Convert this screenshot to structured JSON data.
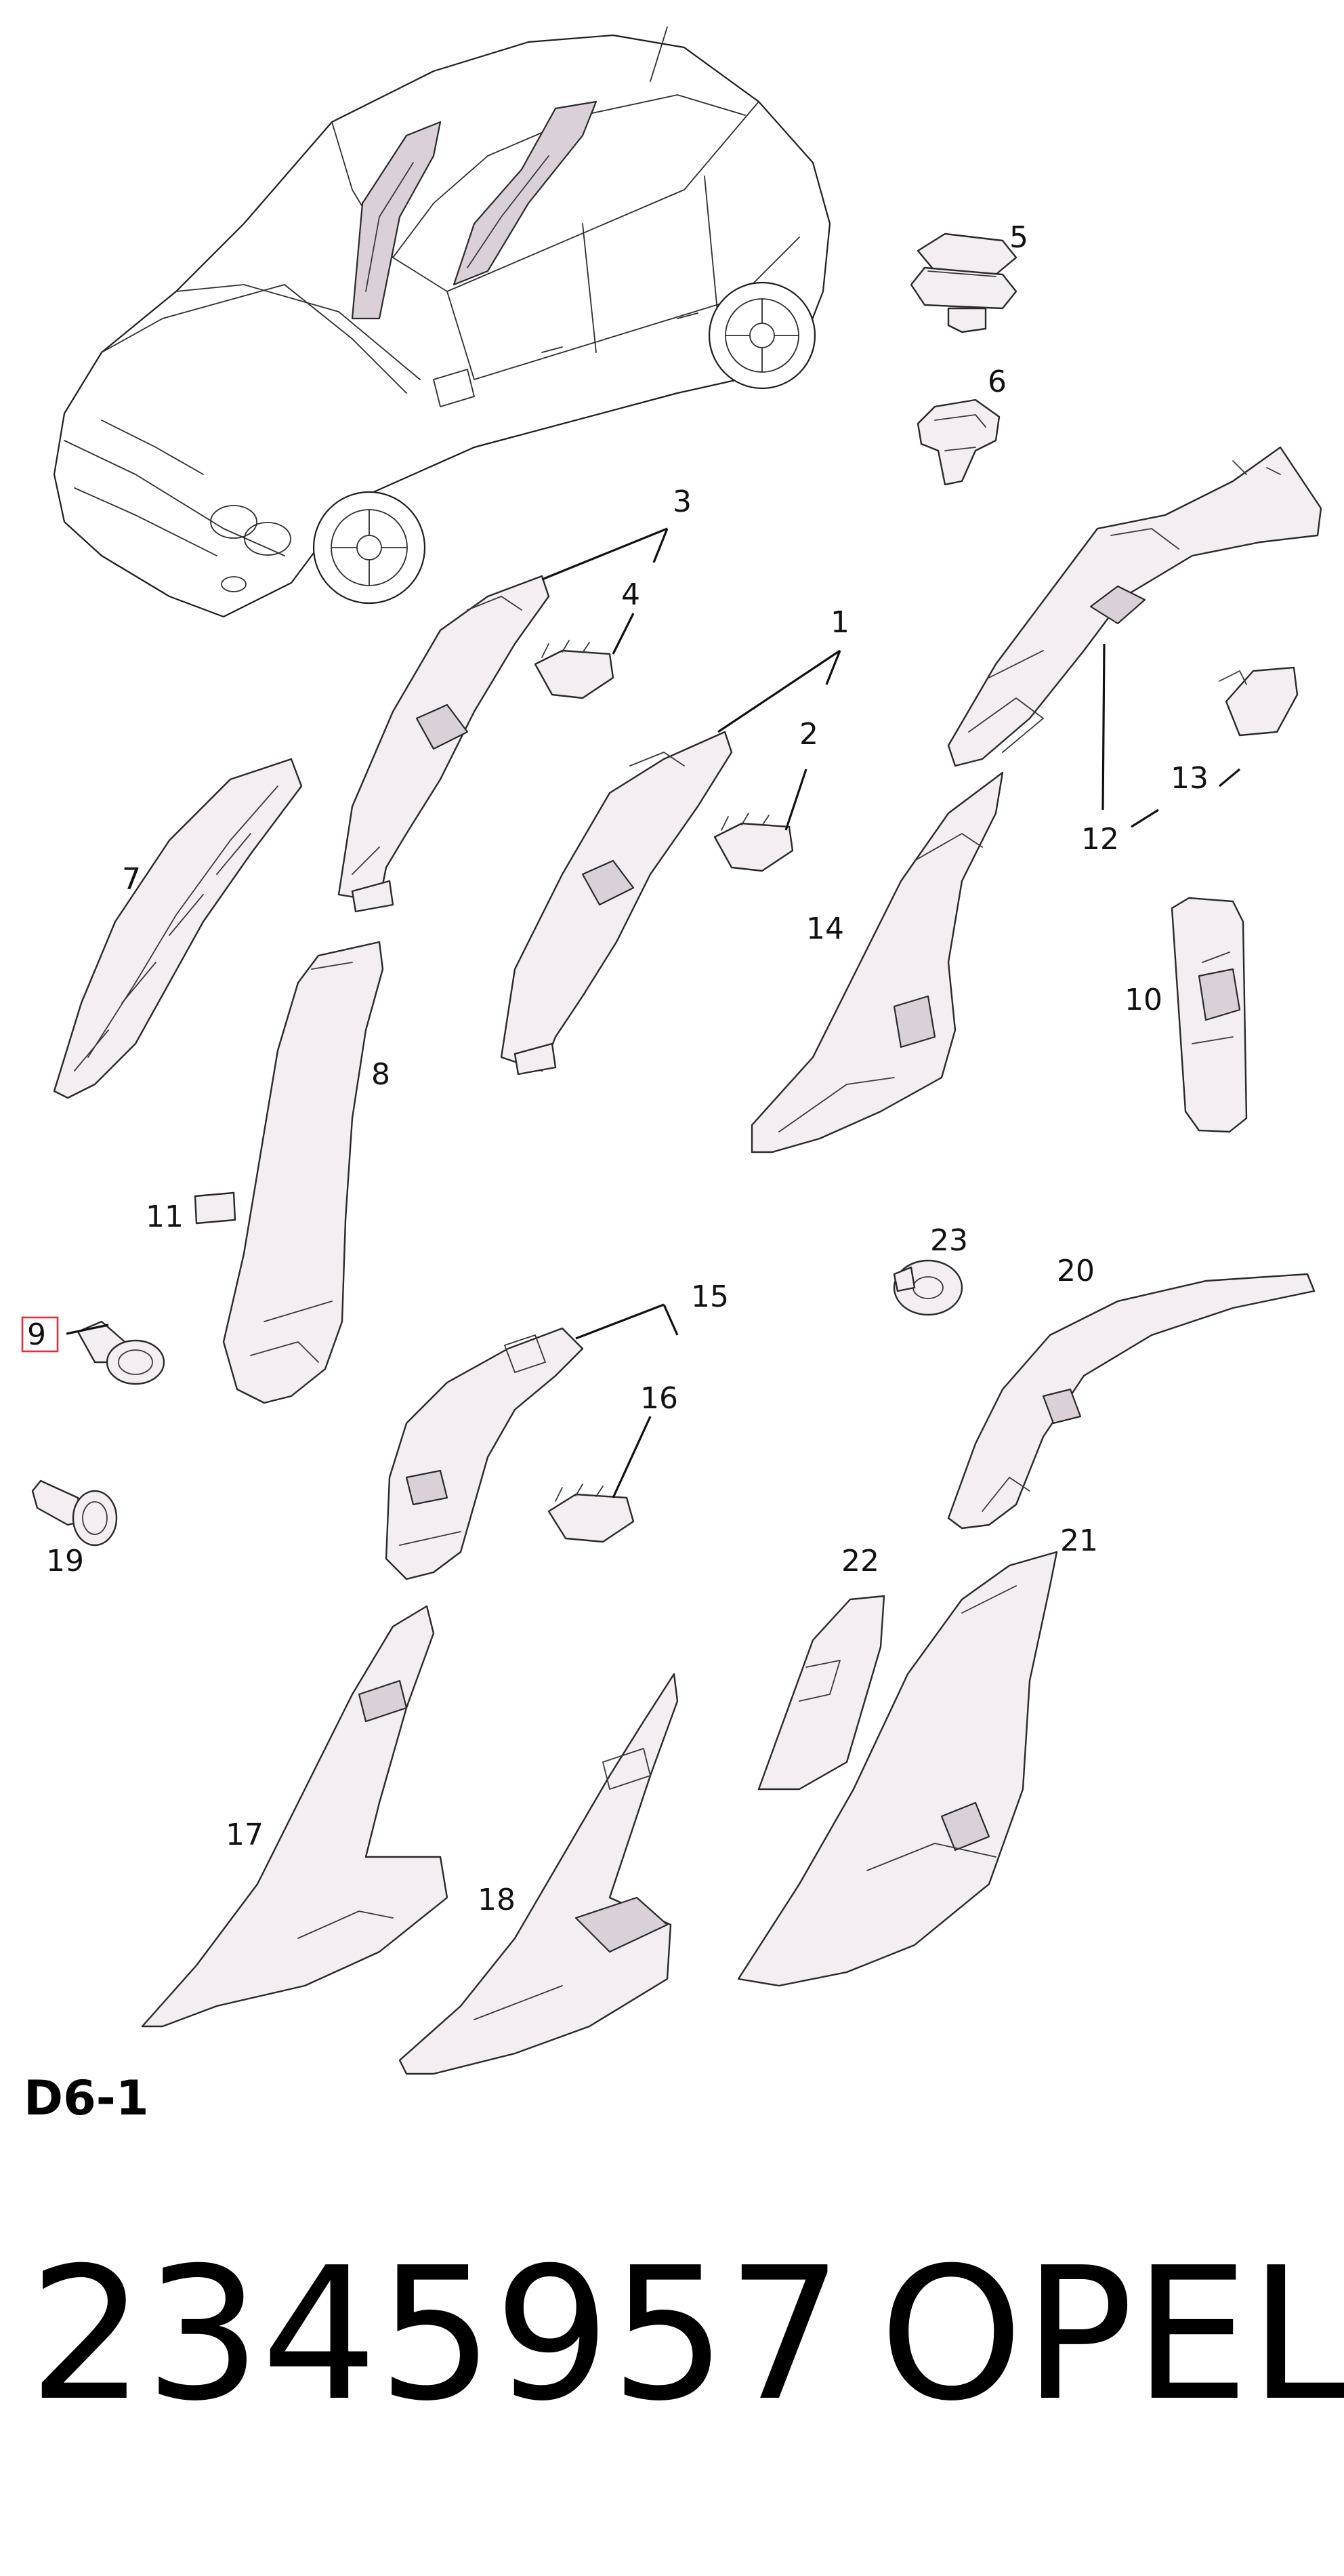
{
  "diagram": {
    "code": "D6-1",
    "highlighted_callout": "9",
    "highlight_color": "#e0303c",
    "callouts": [
      {
        "id": "c1",
        "label": "1"
      },
      {
        "id": "c2",
        "label": "2"
      },
      {
        "id": "c3",
        "label": "3"
      },
      {
        "id": "c4",
        "label": "4"
      },
      {
        "id": "c5",
        "label": "5"
      },
      {
        "id": "c6",
        "label": "6"
      },
      {
        "id": "c7",
        "label": "7"
      },
      {
        "id": "c8",
        "label": "8"
      },
      {
        "id": "c9",
        "label": "9"
      },
      {
        "id": "c10",
        "label": "10"
      },
      {
        "id": "c11",
        "label": "11"
      },
      {
        "id": "c12",
        "label": "12"
      },
      {
        "id": "c13",
        "label": "13"
      },
      {
        "id": "c14",
        "label": "14"
      },
      {
        "id": "c15",
        "label": "15"
      },
      {
        "id": "c16",
        "label": "16"
      },
      {
        "id": "c17",
        "label": "17"
      },
      {
        "id": "c18",
        "label": "18"
      },
      {
        "id": "c19",
        "label": "19"
      },
      {
        "id": "c20",
        "label": "20"
      },
      {
        "id": "c21",
        "label": "21"
      },
      {
        "id": "c22",
        "label": "22"
      },
      {
        "id": "c23",
        "label": "23"
      }
    ]
  },
  "footer": {
    "part_number": "2345957",
    "brand": "OPEL"
  }
}
